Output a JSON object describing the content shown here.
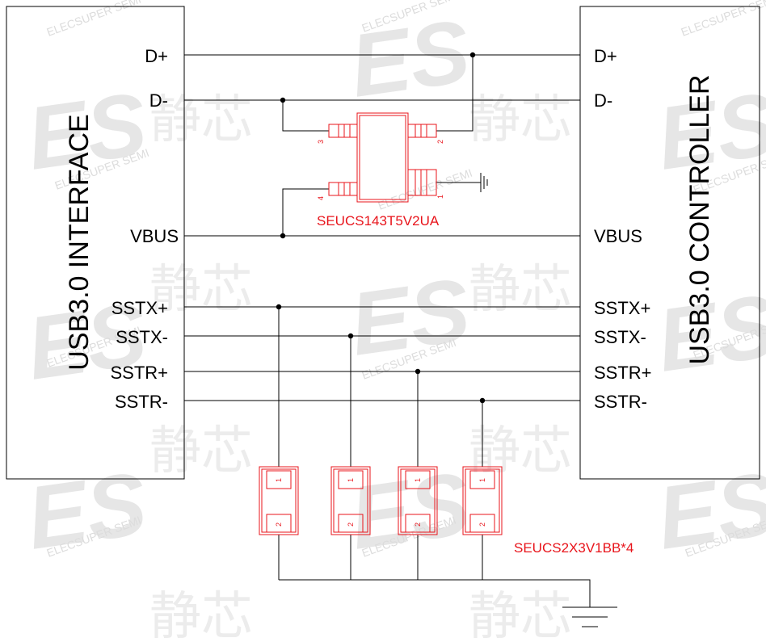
{
  "left_block": {
    "title": "USB3.0 INTERFACE"
  },
  "right_block": {
    "title": "USB3.0 CONTROLLER"
  },
  "signals": {
    "dplus": "D+",
    "dminus": "D-",
    "vbus": "VBUS",
    "sstx_plus": "SSTX+",
    "sstx_minus": "SSTX-",
    "sstr_plus": "SSTR+",
    "sstr_minus": "SSTR-"
  },
  "tvs_array": {
    "part": "SEUCS143T5V2UA",
    "pins": [
      "1",
      "2",
      "3",
      "4"
    ]
  },
  "tvs_diodes": {
    "part": "SEUCS2X3V1BB*4",
    "pin_top": "1",
    "pin_bottom": "2"
  },
  "watermark": {
    "logo": "ES",
    "brand": "ELECSUPER SEMI",
    "cn": "静芯"
  },
  "colors": {
    "component": "#e8141b",
    "wire": "#000000",
    "watermark": "#e6e6e6"
  }
}
